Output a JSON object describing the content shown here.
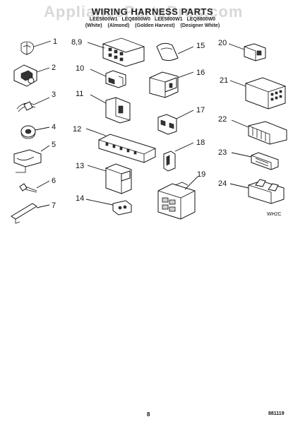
{
  "header": {
    "watermark": "AppliancePartsPros.com",
    "title": "WIRING HARNESS PARTS",
    "models": [
      "LEE5800W1",
      "LEQ8800W0",
      "LEE5800W1",
      "LEQ8800W0"
    ],
    "colors": [
      "(White)",
      "(Almond)",
      "(Golden Harvest)",
      "(Designer White)"
    ]
  },
  "callouts": [
    "1",
    "2",
    "3",
    "4",
    "5",
    "6",
    "7",
    "8,9",
    "10",
    "11",
    "12",
    "13",
    "14",
    "15",
    "16",
    "17",
    "18",
    "19",
    "20",
    "21",
    "22",
    "23",
    "24"
  ],
  "figure_code": "WH2C",
  "footer": {
    "page_number": "8",
    "date_code": "881119"
  }
}
